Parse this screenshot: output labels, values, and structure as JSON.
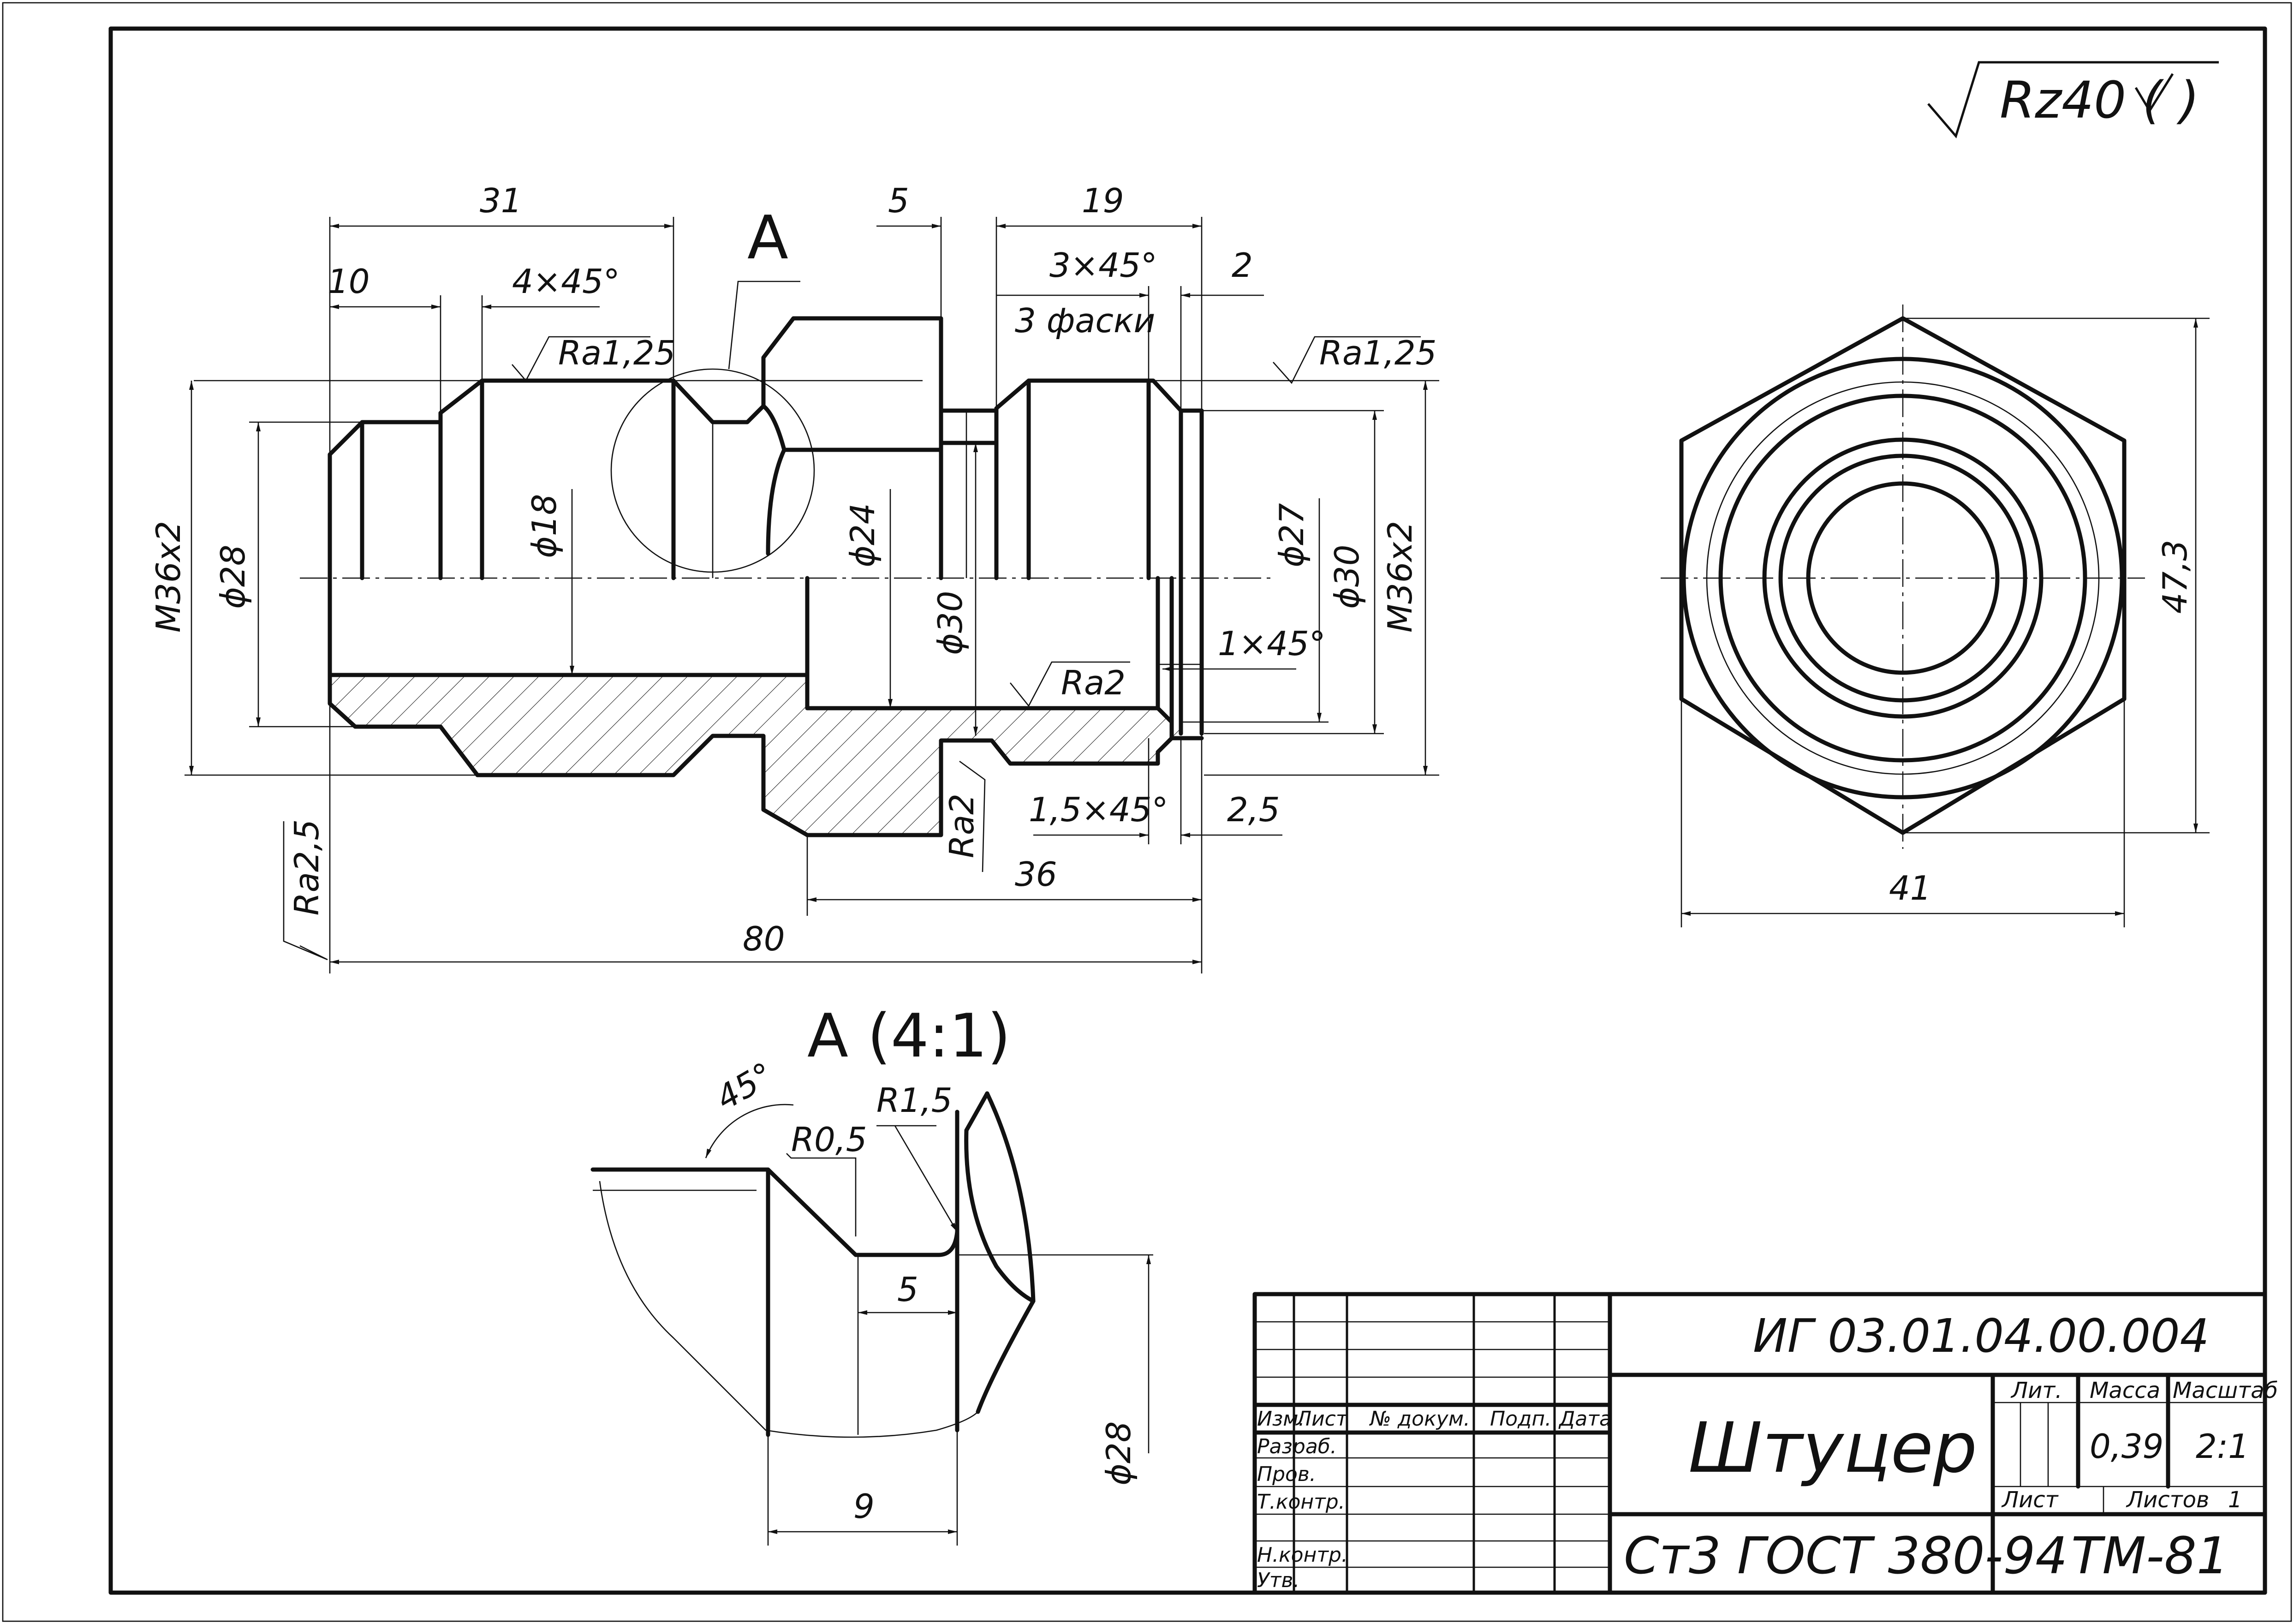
{
  "drawing": {
    "roughness_note": "Rz40 (",
    "roughness_note_tail": ")",
    "view_label": "А",
    "detail_label": "А (4:1)",
    "chamfer_note": "3 фаски"
  },
  "dimensions": {
    "d31": "31",
    "d10": "10",
    "ch4x45": "4×45°",
    "d5": "5",
    "d19": "19",
    "ch3x45": "3×45°",
    "d2": "2",
    "ra125a": "Ra1,25",
    "ra125b": "Ra1,25",
    "m36a": "M36x2",
    "m36b": "M36x2",
    "phi28": "ϕ28",
    "phi18": "ϕ18",
    "phi24": "ϕ24",
    "phi30a": "ϕ30",
    "phi27": "ϕ27",
    "phi30b": "ϕ30",
    "ch1x45": "1×45°",
    "ra2a": "Ra2",
    "ra2b": "Ra2",
    "ch15x45": "1,5×45°",
    "d25": "2,5",
    "d36": "36",
    "d80": "80",
    "ra25": "Ra2,5",
    "d473": "47,3",
    "d41": "41",
    "det45": "45°",
    "r05": "R0,5",
    "r15": "R1,5",
    "det5": "5",
    "det9": "9",
    "detphi28": "ϕ28"
  },
  "title_block": {
    "doc_number": "ИГ 03.01.04.00.004",
    "part_name": "Штуцер",
    "material": "Ст3  ГОСТ 380-94",
    "group": "ТМ-81",
    "col_lit": "Лит.",
    "col_mass": "Масса",
    "col_scale": "Масштаб",
    "mass": "0,39",
    "scale": "2:1",
    "sheet": "Лист",
    "sheets": "Листов",
    "sheets_count": "1",
    "h_izm": "Изм.",
    "h_list": "Лист",
    "h_doc": "№ докум.",
    "h_sign": "Подп.",
    "h_date": "Дата",
    "r_razrab": "Разраб.",
    "r_prov": "Пров.",
    "r_tkontr": "Т.контр.",
    "r_nkontr": "Н.контр.",
    "r_utv": "Утв."
  }
}
